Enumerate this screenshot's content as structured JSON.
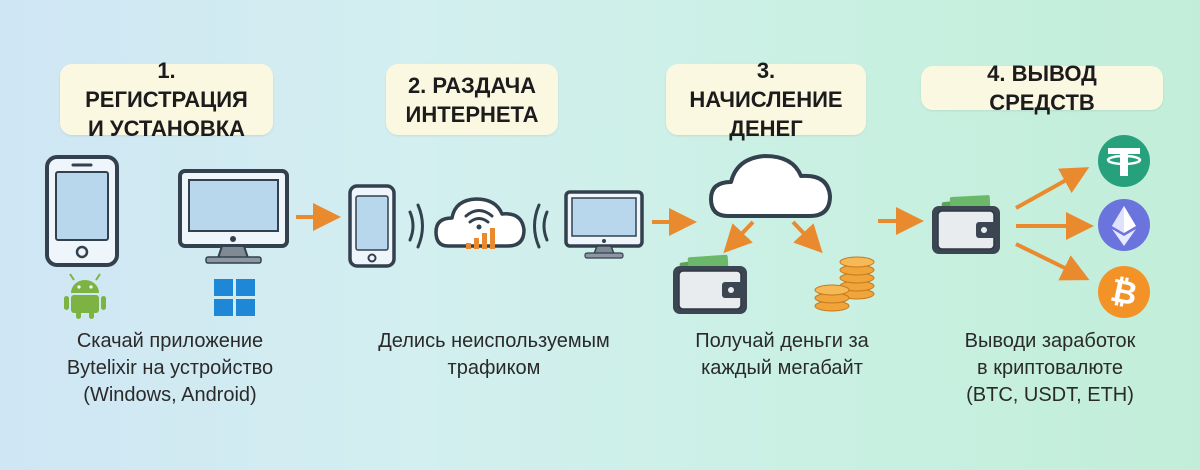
{
  "steps": [
    {
      "title_lines": [
        "1. РЕГИСТРАЦИЯ",
        "И УСТАНОВКА"
      ],
      "desc_lines": [
        "Скачай приложение",
        "Bytelixir на устройство",
        "(Windows, Android)"
      ]
    },
    {
      "title_lines": [
        "2. РАЗДАЧА",
        "ИНТЕРНЕТА"
      ],
      "desc_lines": [
        "Делись неиспользуемым",
        "трафиком"
      ]
    },
    {
      "title_lines": [
        "3. НАЧИСЛЕНИЕ",
        "ДЕНЕГ"
      ],
      "desc_lines": [
        "Получай деньги за",
        "каждый мегабайт"
      ]
    },
    {
      "title_lines": [
        "4. ВЫВОД СРЕДСТВ"
      ],
      "desc_lines": [
        "Выводи заработок",
        "в криптовалюте",
        "(BTC, USDT, ETH)"
      ]
    }
  ],
  "icons": {
    "step1": [
      "phone-icon",
      "monitor-icon",
      "android-icon",
      "windows-icon"
    ],
    "step2": [
      "phone-icon",
      "wifi-cloud-icon",
      "monitor-icon"
    ],
    "step3": [
      "cloud-icon",
      "wallet-icon",
      "coins-icon"
    ],
    "step4": [
      "wallet-icon",
      "tether-icon",
      "ethereum-icon",
      "bitcoin-icon"
    ]
  },
  "colors": {
    "arrow": "#e98a2e",
    "device_stroke": "#33414f",
    "screen": "#b8d7ec",
    "android": "#7cb342",
    "windows": "#1e88d6",
    "tether": "#26a17b",
    "ethereum": "#6b74dd",
    "bitcoin": "#f39227",
    "coins": "#f0a43a",
    "wallet": "#3b4652",
    "cash": "#5aa55a"
  }
}
